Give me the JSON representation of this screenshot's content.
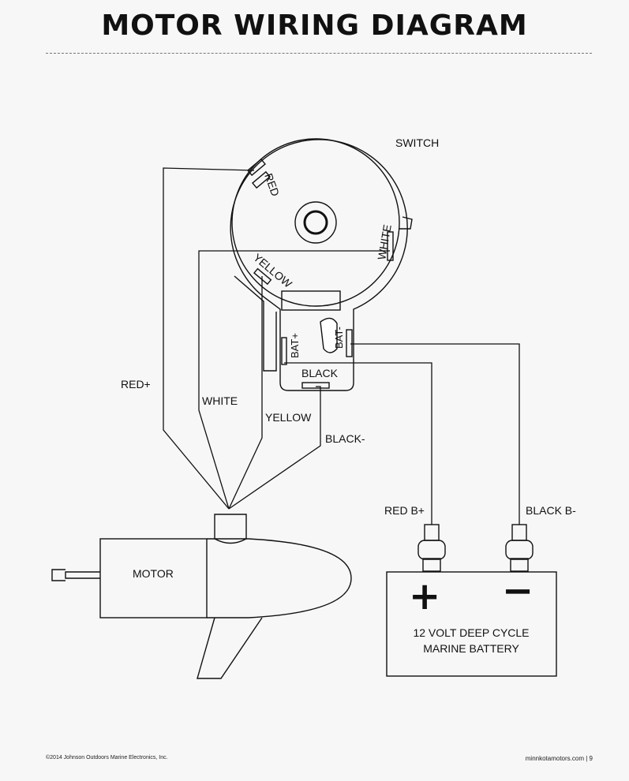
{
  "title": "MOTOR WIRING DIAGRAM",
  "labels": {
    "switch": "SWITCH",
    "red": "RED",
    "white_sw": "WHITE",
    "yellow_sw": "YELLOW",
    "bat_plus": "BAT+",
    "bat_minus": "BAT-",
    "black_sw": "BLACK",
    "red_plus": "RED+",
    "white": "WHITE",
    "yellow": "YELLOW",
    "black_minus": "BLACK-",
    "red_b_plus": "RED B+",
    "black_b_minus": "BLACK B-",
    "motor": "MOTOR",
    "battery_line1": "12 VOLT DEEP CYCLE",
    "battery_line2": "MARINE BATTERY",
    "battery_plus": "+",
    "battery_minus": "−"
  },
  "footer": {
    "copyright": "©2014 Johnson Outdoors Marine Electronics, Inc.",
    "site": "minnkotamotors.com",
    "separator": "|",
    "page": "9"
  }
}
